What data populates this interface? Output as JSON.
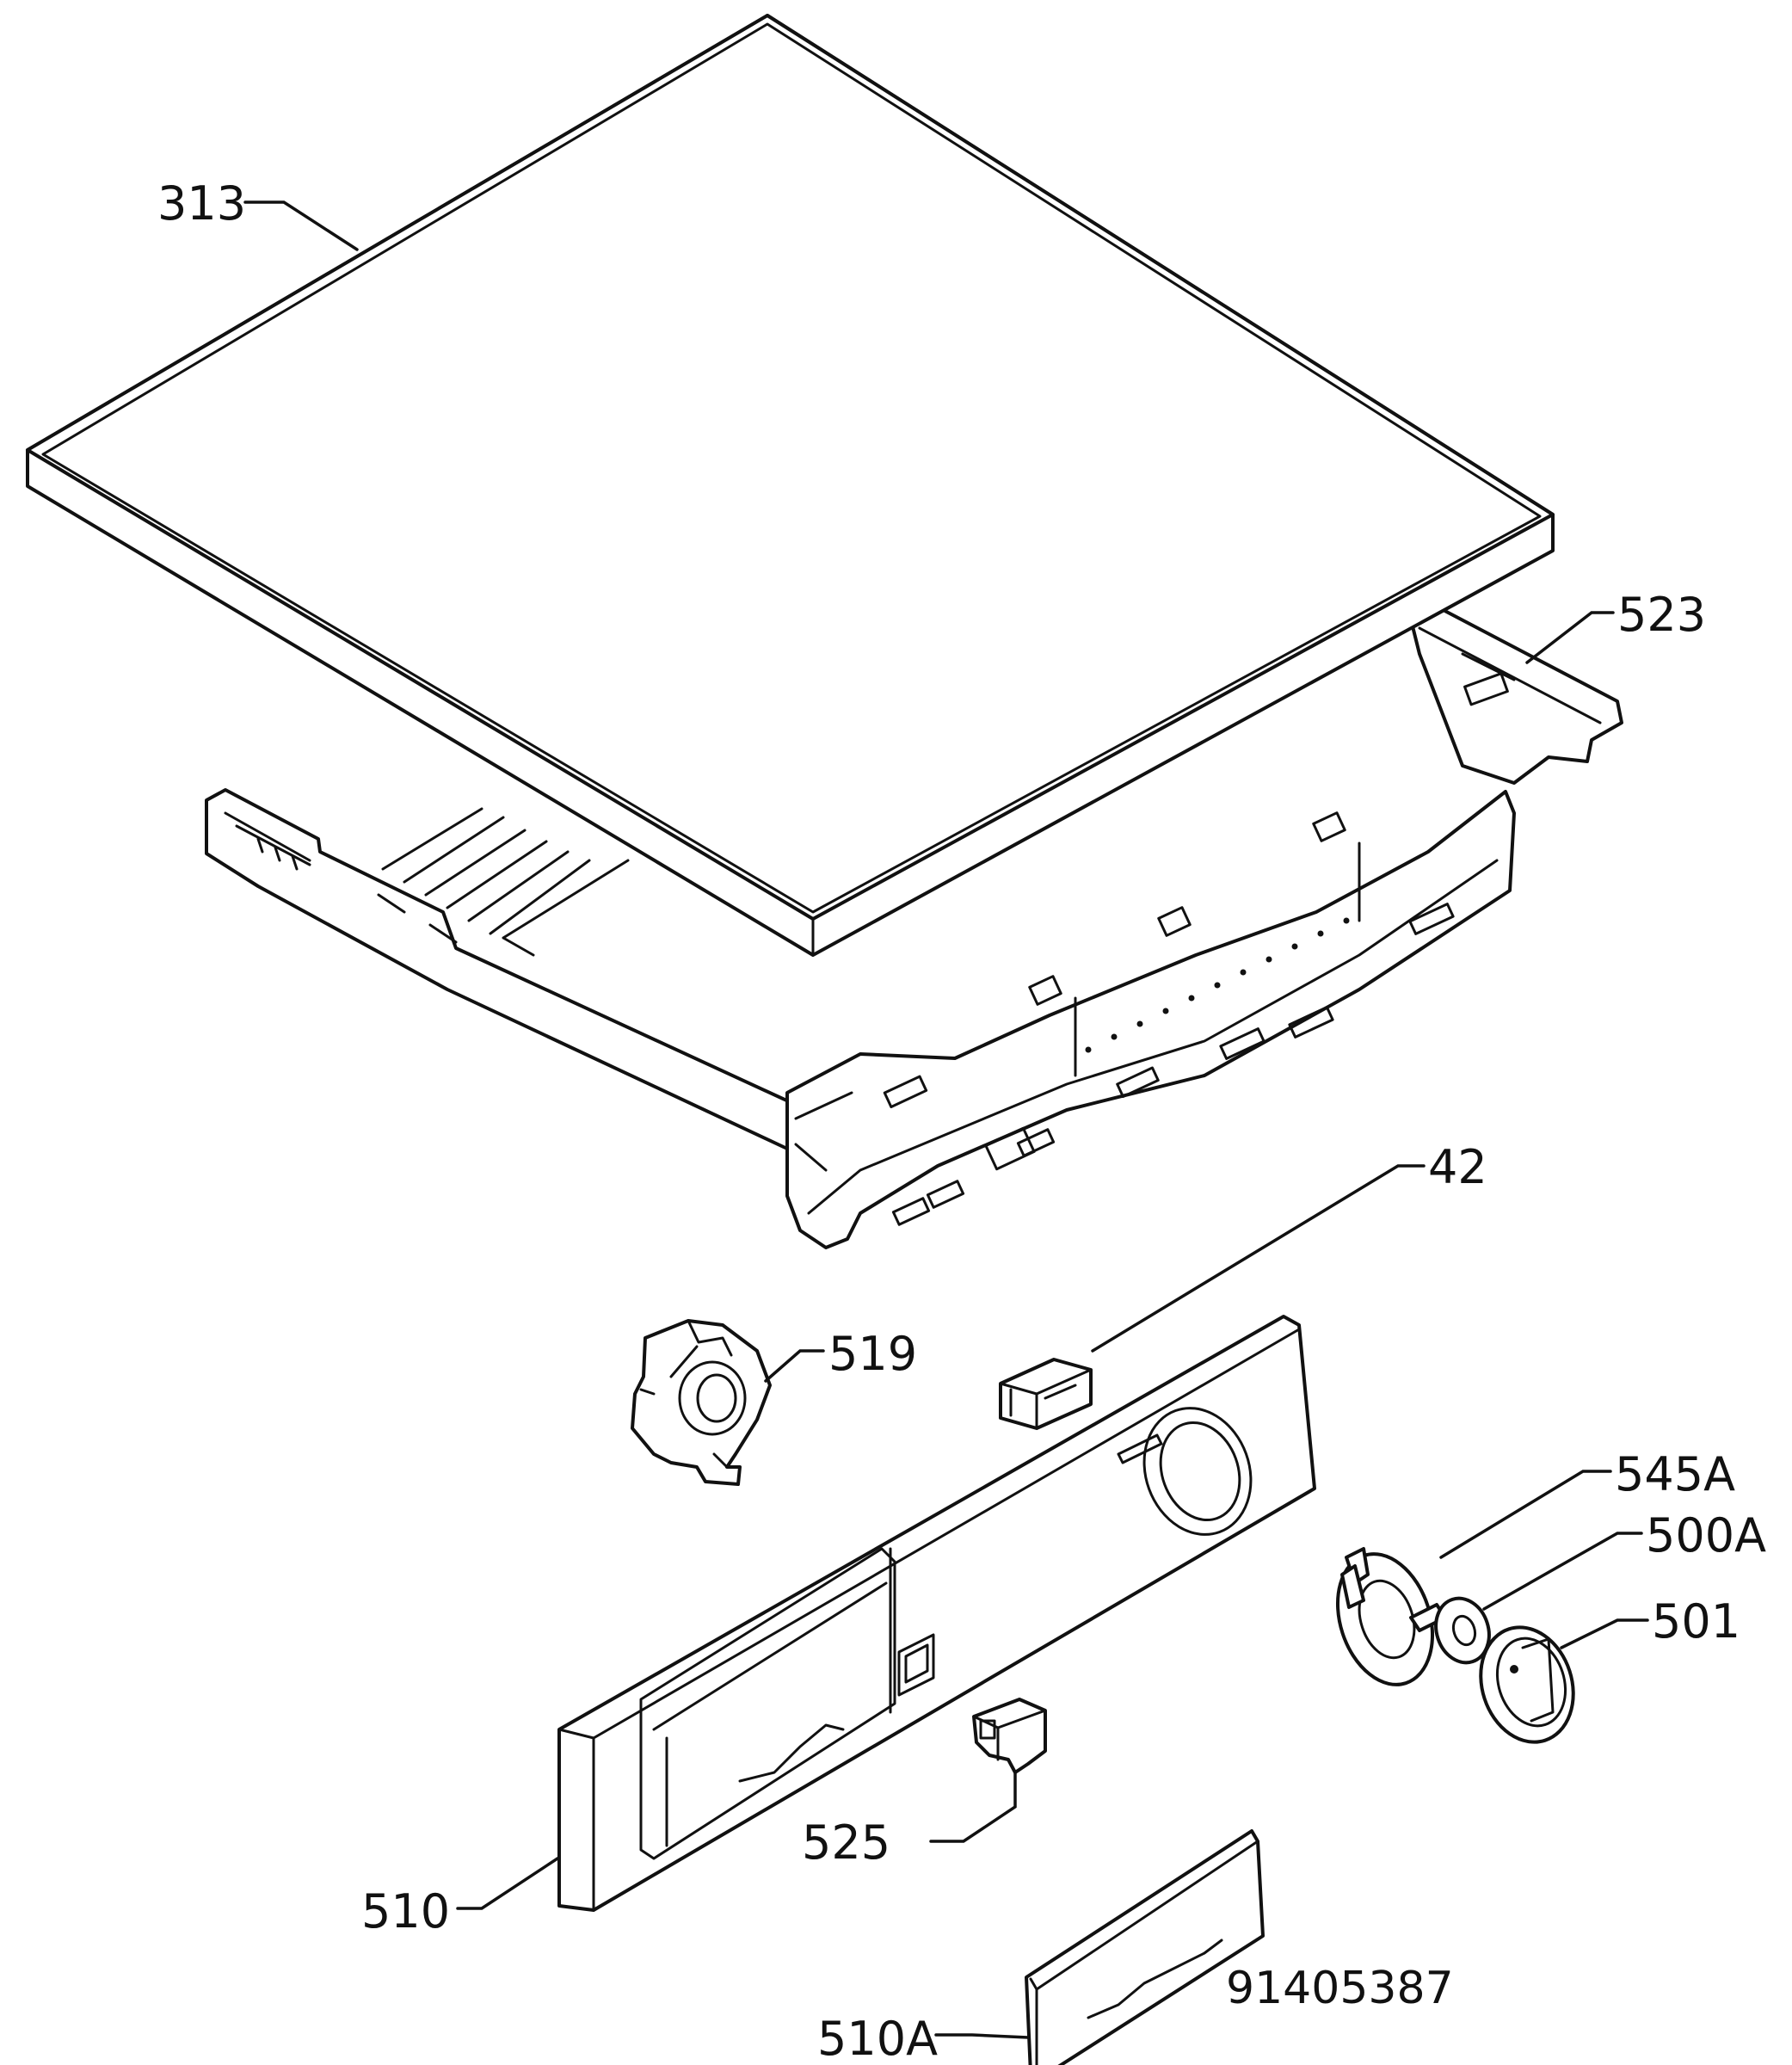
{
  "callouts": [
    {
      "id": "313",
      "label": "313"
    },
    {
      "id": "523",
      "label": "523"
    },
    {
      "id": "42",
      "label": "42"
    },
    {
      "id": "519",
      "label": "519"
    },
    {
      "id": "545A",
      "label": "545A"
    },
    {
      "id": "500A",
      "label": "500A"
    },
    {
      "id": "501",
      "label": "501"
    },
    {
      "id": "525",
      "label": "525"
    },
    {
      "id": "510",
      "label": "510"
    },
    {
      "id": "510A",
      "label": "510A"
    }
  ],
  "document_number": "91405387"
}
